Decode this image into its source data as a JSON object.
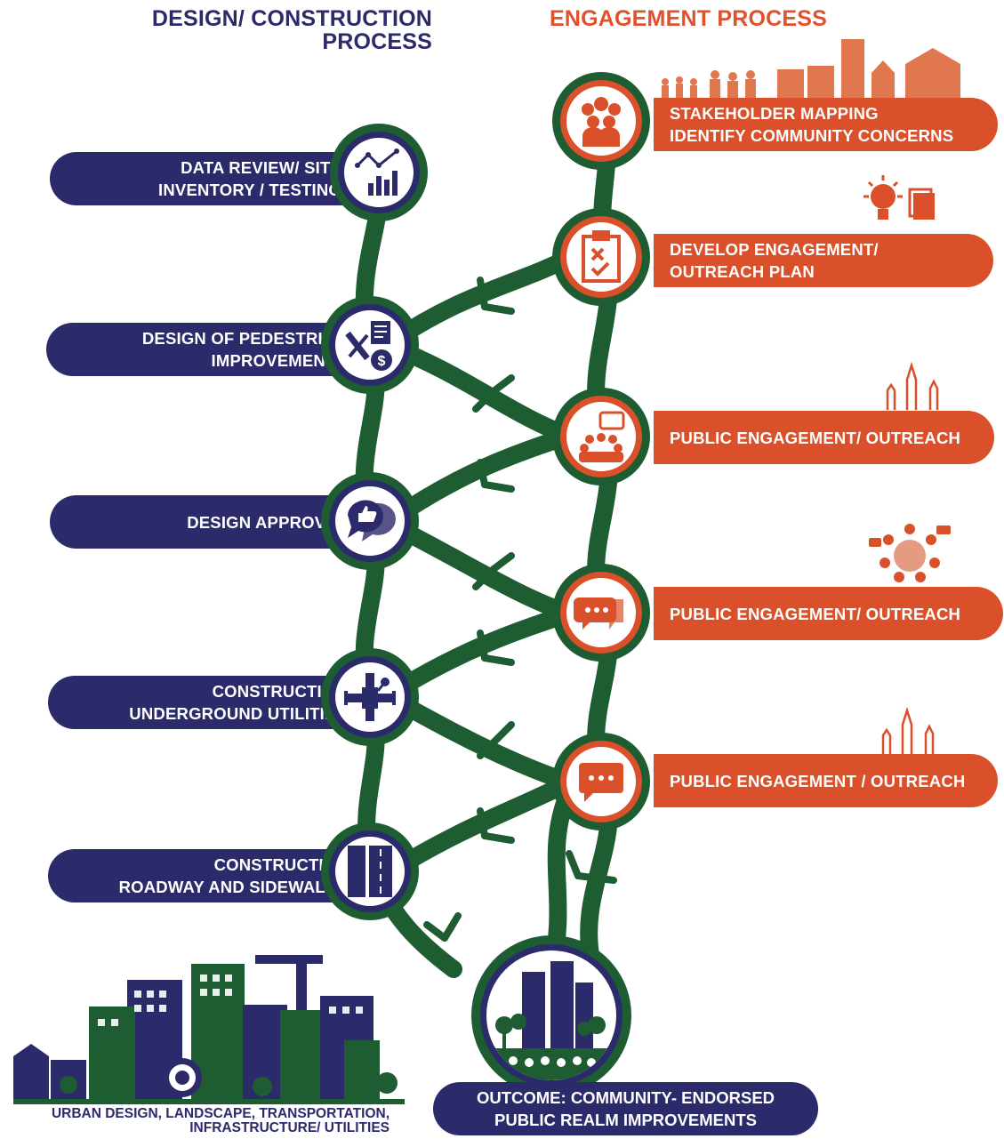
{
  "headers": {
    "left": [
      "DESIGN/ CONSTRUCTION",
      "PROCESS"
    ],
    "right": "ENGAGEMENT PROCESS"
  },
  "design_steps": [
    {
      "lines": [
        "DATA REVIEW/ SITE",
        "INVENTORY / TESTING"
      ],
      "icon": "chart-icon"
    },
    {
      "lines": [
        "DESIGN OF PEDESTRIAN",
        "IMPROVEMENTS"
      ],
      "icon": "tools-plan-cost-icon"
    },
    {
      "lines": [
        "DESIGN APPROVAL"
      ],
      "icon": "approval-chat-icon"
    },
    {
      "lines": [
        "CONSTRUCTION",
        "UNDERGROUND UTILITIES"
      ],
      "icon": "pipes-icon"
    },
    {
      "lines": [
        "CONSTRUCTION",
        "ROADWAY AND SIDEWALKS"
      ],
      "icon": "road-icon"
    }
  ],
  "engagement_steps": [
    {
      "lines": [
        "STAKEHOLDER MAPPING",
        "IDENTIFY COMMUNITY CONCERNS"
      ],
      "icon": "group-icon"
    },
    {
      "lines": [
        "DEVELOP ENGAGEMENT/",
        "OUTREACH PLAN"
      ],
      "icon": "checklist-icon"
    },
    {
      "lines": [
        "PUBLIC ENGAGEMENT/ OUTREACH"
      ],
      "icon": "speaking-group-icon"
    },
    {
      "lines": [
        "PUBLIC ENGAGEMENT/ OUTREACH"
      ],
      "icon": "chat-bubbles-icon"
    },
    {
      "lines": [
        "PUBLIC ENGAGEMENT / OUTREACH"
      ],
      "icon": "message-icon"
    }
  ],
  "outcome": {
    "lines": [
      "OUTCOME: COMMUNITY- ENDORSED",
      "PUBLIC REALM IMPROVEMENTS"
    ],
    "icon": "city-outcome-icon"
  },
  "bottom_caption": [
    "URBAN DESIGN, LANDSCAPE, TRANSPORTATION,",
    "INFRASTRUCTURE/ UTILITIES"
  ],
  "colors": {
    "navy": "#2b2a6a",
    "orange": "#d9502a",
    "green": "#1e5c32"
  }
}
